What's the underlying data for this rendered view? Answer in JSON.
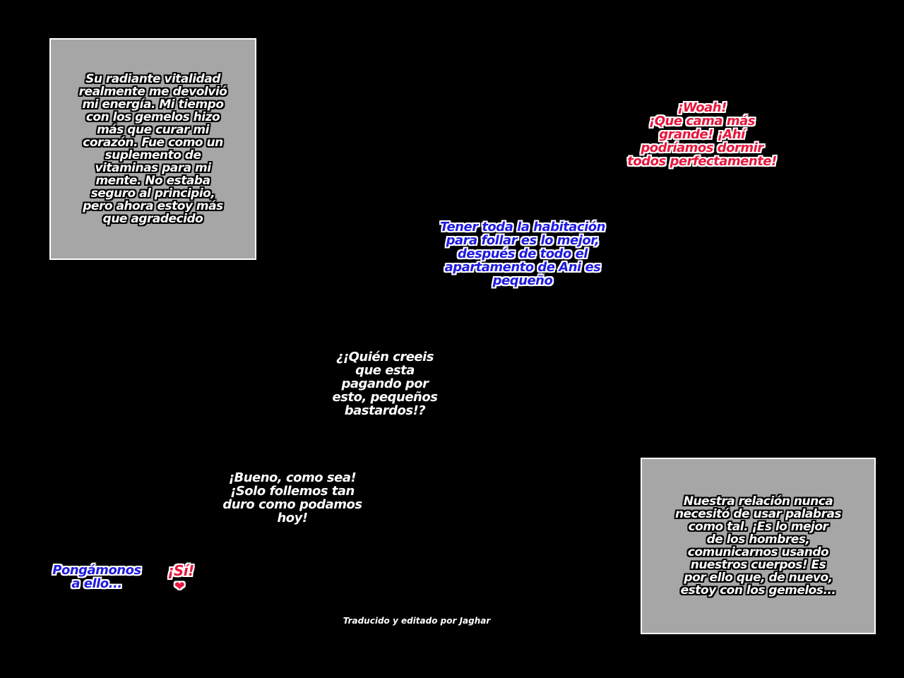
{
  "narration": {
    "top_left": "Su radiante vitalidad\nrealmente me devolvió\nmi energía. Mi tiempo\ncon los gemelos hizo\nmás que curar mi\ncorazón. Fue como un\nsuplemento de\nvitaminas para mi\nmente. No estaba\nseguro al principio,\npero ahora estoy más\nque agradecido",
    "bottom_right": "Nuestra relación nunca\nnecesitó de usar palabras\ncomo tal. ¡Es lo mejor\nde los hombres,\ncomunicarnos usando\nnuestros cuerpos! Es\npor ello que, de nuevo,\nestoy con los gemelos..."
  },
  "dialogue": {
    "woah": "¡Woah!\n¡Que cama más\ngrande! ¡Ahí\npodríamos dormir\ntodos perfectamente!",
    "room": "Tener toda la habitación\npara follar es lo mejor,\ndespués de todo el\napartamento de Ani es\npequeño",
    "quien": "¿¡Quién creeis\nque esta\npagando por\nesto, pequeños\nbastardos!?",
    "bueno": "¡Bueno, como sea!\n¡Solo follemos tan\nduro como podamos\nhoy!",
    "pongamonos": "Pongámonos\na ello...",
    "si": "¡Sí!",
    "heart": "❤"
  },
  "credit": "Traducido y editado por Jaghar",
  "colors": {
    "background": "#000000",
    "narration_box": "#a6a6a6",
    "red_text": "#e8163c",
    "blue_text": "#1f1ae0",
    "white_text": "#ffffff"
  }
}
